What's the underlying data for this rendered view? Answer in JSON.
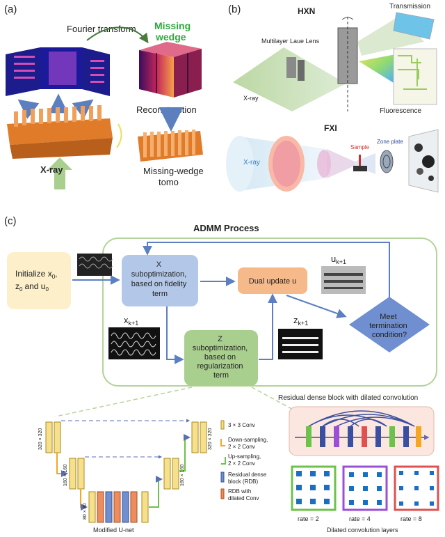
{
  "panel_a": {
    "label": "(a)",
    "fourier": "Fourier transform",
    "missing1": "Missing",
    "missing2": "wedge",
    "recon": "Reconstruction",
    "xray": "X-ray",
    "mw1": "Missing-wedge",
    "mw2": "tomo"
  },
  "panel_b": {
    "label": "(b)",
    "hxn": "HXN",
    "transmission": "Transmission",
    "mll": "Multilayer Laue Lens",
    "xray": "X-ray",
    "fluor": "Fluorescence",
    "fxi": "FXI",
    "xray2": "X-ray",
    "sample": "Sample",
    "zone": "Zone plate"
  },
  "panel_c": {
    "label": "(c)",
    "title": "ADMM Process",
    "init1": "Initialize x",
    "init_sub0": "0",
    "init_comma": ",",
    "init2": "z",
    "init3": "and u",
    "x_opt": [
      "X",
      "suboptimization,",
      "based on fidelity",
      "term"
    ],
    "z_opt": [
      "Z",
      "suboptimization,",
      "based on",
      "regularization",
      "term"
    ],
    "dual": "Dual update u",
    "meet": [
      "Meet",
      "termination",
      "condition?"
    ],
    "u_lbl": "u",
    "x_lbl": "x",
    "z_lbl": "z",
    "k1": "k+1",
    "rdb_title": "Residual dense block with dilated convolution",
    "unet_caption": "Modified U-net",
    "dil_caption": "Dilated convolution layers",
    "rate2": "rate = 2",
    "rate4": "rate = 4",
    "rate8": "rate = 8",
    "dims": [
      "320 × 320",
      "160 × 160",
      "80 × 80",
      "160 × 160",
      "320 × 320"
    ],
    "legend": [
      {
        "text": [
          "3 × 3 Conv"
        ],
        "color": "#f7e08c"
      },
      {
        "text": [
          "Down-sampling,",
          "2 × 2 Conv"
        ],
        "color": "#f5a623"
      },
      {
        "text": [
          "Up-sampling,",
          "2 × 2 Conv"
        ],
        "color": "#6cc24a"
      },
      {
        "text": [
          "Residual dense",
          "block (RDB)"
        ],
        "color": "#6f8fd0"
      },
      {
        "text": [
          "RDB with",
          "dilated Conv"
        ],
        "color": "#ee8c5e"
      }
    ]
  }
}
